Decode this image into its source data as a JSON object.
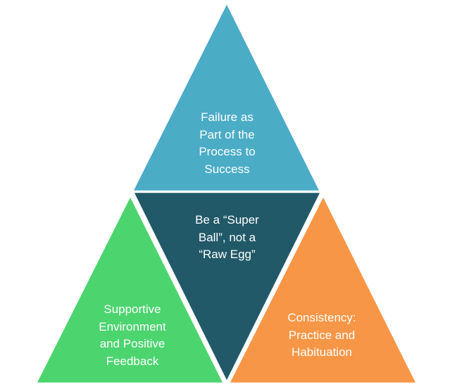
{
  "diagram": {
    "triangles": {
      "top": {
        "label_lines": [
          "Failure as",
          "Part of the",
          "Process to",
          "Success"
        ],
        "color": "#4BACC6"
      },
      "center": {
        "label_lines": [
          "Be a “Super",
          "Ball”, not a",
          "“Raw Egg”"
        ],
        "color": "#215968"
      },
      "left": {
        "label_lines": [
          "Supportive",
          "Environment",
          "and Positive",
          "Feedback"
        ],
        "color": "#4CD46F"
      },
      "right": {
        "label_lines": [
          "Consistency:",
          "Practice and",
          "Habituation"
        ],
        "color": "#F79646"
      }
    },
    "outline_color": "#ffffff"
  }
}
